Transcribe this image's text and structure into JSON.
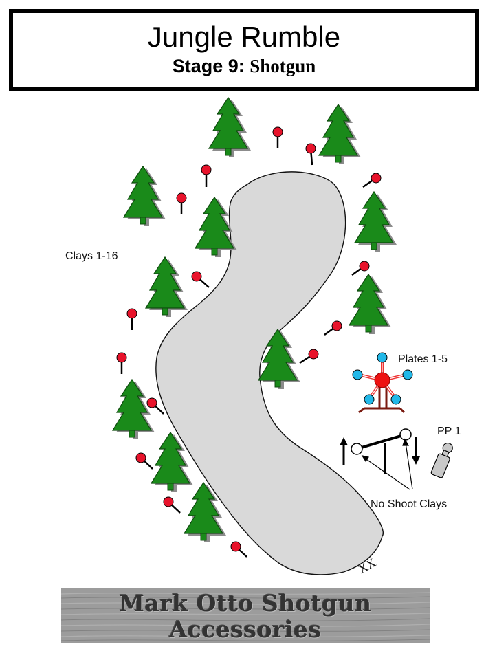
{
  "title": {
    "main": "Jungle Rumble",
    "stage_prefix": "Stage 9:",
    "stage_name": "Shotgun"
  },
  "labels": {
    "clays": "Clays 1-16",
    "plates": "Plates 1-5",
    "pp": "PP 1",
    "no_shoot": "No Shoot Clays",
    "start_marks": "XX"
  },
  "banner": {
    "line1": "Mark Otto Shotgun",
    "line2": "Accessories"
  },
  "colors": {
    "tree": "#1a8a1a",
    "clay": "#e8132b",
    "plate": "#22b8e8",
    "plate_hub": "#ee1111",
    "stand": "#7a1a10",
    "pond": "#d9d9d9",
    "banner": "#9c9c9c"
  }
}
